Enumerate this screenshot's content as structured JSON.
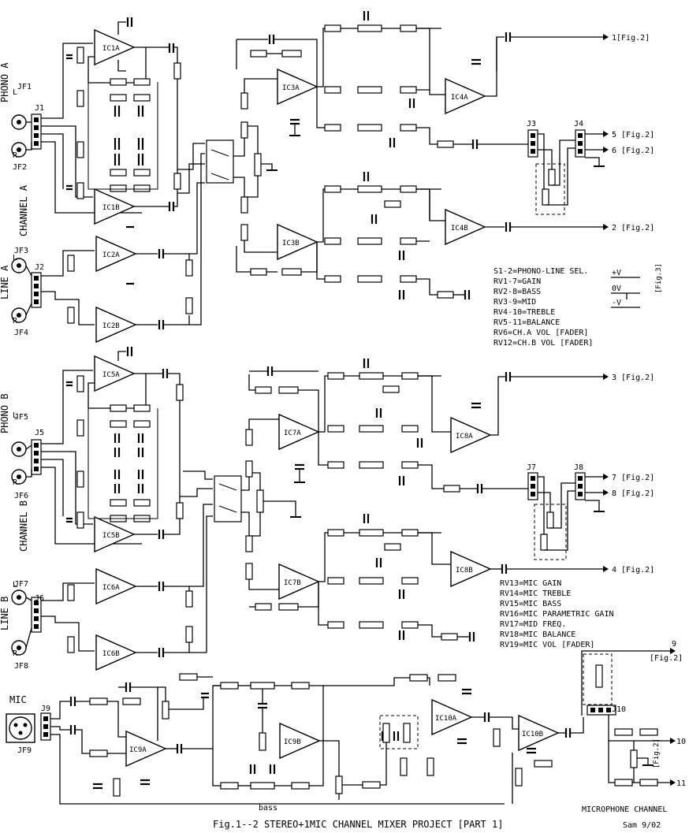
{
  "title": "Fig.1--2 STEREO+1MIC CHANNEL  MIXER PROJECT  [PART 1]",
  "signature": "Sam 9/02",
  "section_labels": {
    "channel_a": "CHANNEL A",
    "channel_b": "CHANNEL B",
    "phono_a": "PHONO A",
    "phono_b": "PHONO B",
    "line_a": "LINE A",
    "line_b": "LINE B",
    "mic": "MIC",
    "microphone_channel": "MICROPHONE CHANNEL",
    "bass": "bass"
  },
  "legend_top": [
    "S1-2=PHONO-LINE SEL.",
    "RV1-7=GAIN",
    "RV2-8=BASS",
    "RV3-9=MID",
    "RV4-10=TREBLE",
    "RV5-11=BALANCE",
    "RV6=CH.A VOL [FADER]",
    "RV12=CH.B VOL [FADER]"
  ],
  "legend_bottom": [
    "RV13=MIC GAIN",
    "RV14=MIC TREBLE",
    "RV15=MIC BASS",
    "RV16=MIC PARAMETRIC GAIN",
    "RV17=MID FREQ.",
    "RV18=MIC BALANCE",
    "RV19=MIC VOL [FADER]"
  ],
  "power": {
    "pos": "+V",
    "zero": "0V",
    "neg": "-V",
    "ref": "[Fig.3]"
  },
  "outputs": {
    "o1": "1[Fig.2]",
    "o5": "5 [Fig.2]",
    "o6": "6 [Fig.2]",
    "o2": "2 [Fig.2]",
    "o3": "3 [Fig.2]",
    "o7": "7 [Fig.2]",
    "o8": "8 [Fig.2]",
    "o4": "4 [Fig.2]",
    "o9": "9",
    "o9ref": "[Fig.2]",
    "o10": "10",
    "o11": "11",
    "ofig": "[Fig.2]"
  },
  "ics": [
    "IC1A",
    "IC1B",
    "IC2A",
    "IC2B",
    "IC3A",
    "IC3B",
    "IC4A",
    "IC4B",
    "IC5A",
    "IC5B",
    "IC6A",
    "IC6B",
    "IC7A",
    "IC7B",
    "IC8A",
    "IC8B",
    "IC9A",
    "IC9B",
    "IC10A",
    "IC10B"
  ],
  "jacks": [
    "JF1",
    "JF2",
    "JF3",
    "JF4",
    "JF5",
    "JF6",
    "JF7",
    "JF8",
    "JF9"
  ],
  "connectors": [
    "J1",
    "J2",
    "J3",
    "J4",
    "J5",
    "J6",
    "J7",
    "J8",
    "J9",
    "J10"
  ]
}
